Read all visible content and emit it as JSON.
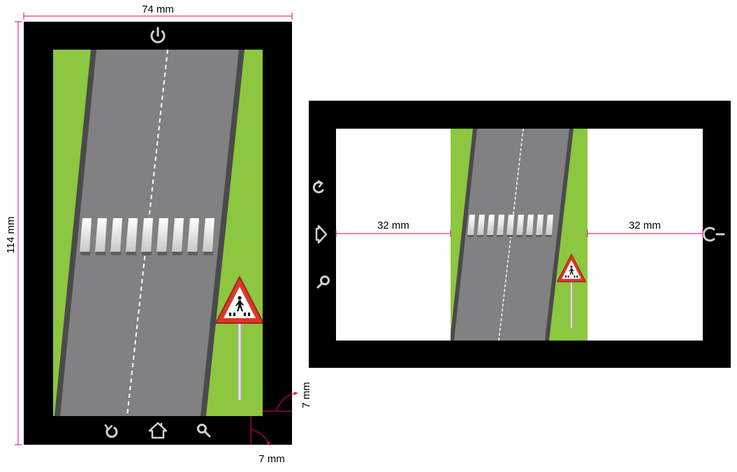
{
  "portrait": {
    "width_label": "74 mm",
    "height_label": "114 mm",
    "bezel_side_label": "7 mm",
    "bezel_bottom_label": "7 mm",
    "icons": [
      "power-icon",
      "refresh-icon",
      "home-icon",
      "search-icon"
    ]
  },
  "landscape": {
    "left_gap_label": "32 mm",
    "right_gap_label": "32 mm",
    "icons": [
      "refresh-icon",
      "home-icon",
      "search-icon",
      "power-icon"
    ]
  },
  "colors": {
    "bezel": "#000000",
    "grass": "#8dc63f",
    "road": "#818183",
    "road_edge": "#4a4a4a",
    "dimension": "#e0007a",
    "icon": "#d0d0d0",
    "sign_border": "#d83a2a"
  }
}
